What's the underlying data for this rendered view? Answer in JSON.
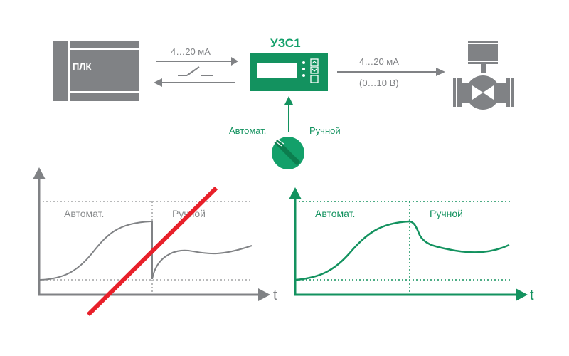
{
  "diagram": {
    "plc": {
      "label": "ПЛК"
    },
    "device": {
      "title": "УЗС1"
    },
    "signal_in": {
      "label": "4…20 мА"
    },
    "signal_out": {
      "label": "4…20 мА",
      "sublabel": "(0…10 В)"
    },
    "switch": {
      "label_auto": "Автомат.",
      "label_manual": "Ручной"
    }
  },
  "charts": {
    "left": {
      "label_auto": "Автомат.",
      "label_manual": "Ручной",
      "axis_label": "t",
      "crossed_out": true
    },
    "right": {
      "label_auto": "Автомат.",
      "label_manual": "Ручной",
      "axis_label": "t"
    }
  },
  "colors": {
    "gray": "#808285",
    "green": "#13a06a",
    "dark_green": "#0c7d4e",
    "red": "#e8202a"
  }
}
